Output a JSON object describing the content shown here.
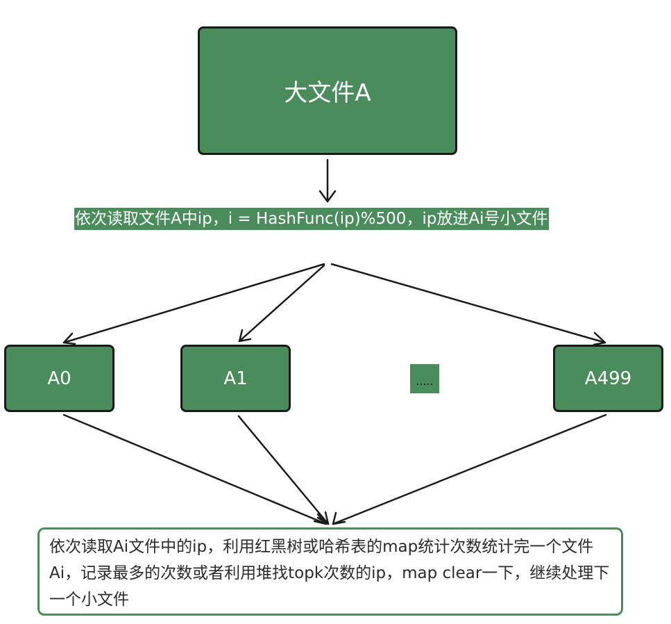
{
  "top_box": {
    "label": "大文件A"
  },
  "step_text": "依次读取文件A中ip，i = HashFunc(ip)%500，ip放进Ai号小文件",
  "files": [
    {
      "id": "a0",
      "label": "A0"
    },
    {
      "id": "a1",
      "label": "A1"
    },
    {
      "id": "a499",
      "label": "A499"
    }
  ],
  "ellipsis": ".....",
  "result_text": "依次读取Ai文件中的ip，利用红黑树或哈希表的map统计次数统计完一个文件Ai，记录最多的次数或者利用堆找topk次数的ip，map clear一下，继续处理下一个小文件",
  "colors": {
    "node_fill": "#4a8c5c",
    "node_border": "#1a1a1a",
    "result_border": "#4a8c5c"
  }
}
